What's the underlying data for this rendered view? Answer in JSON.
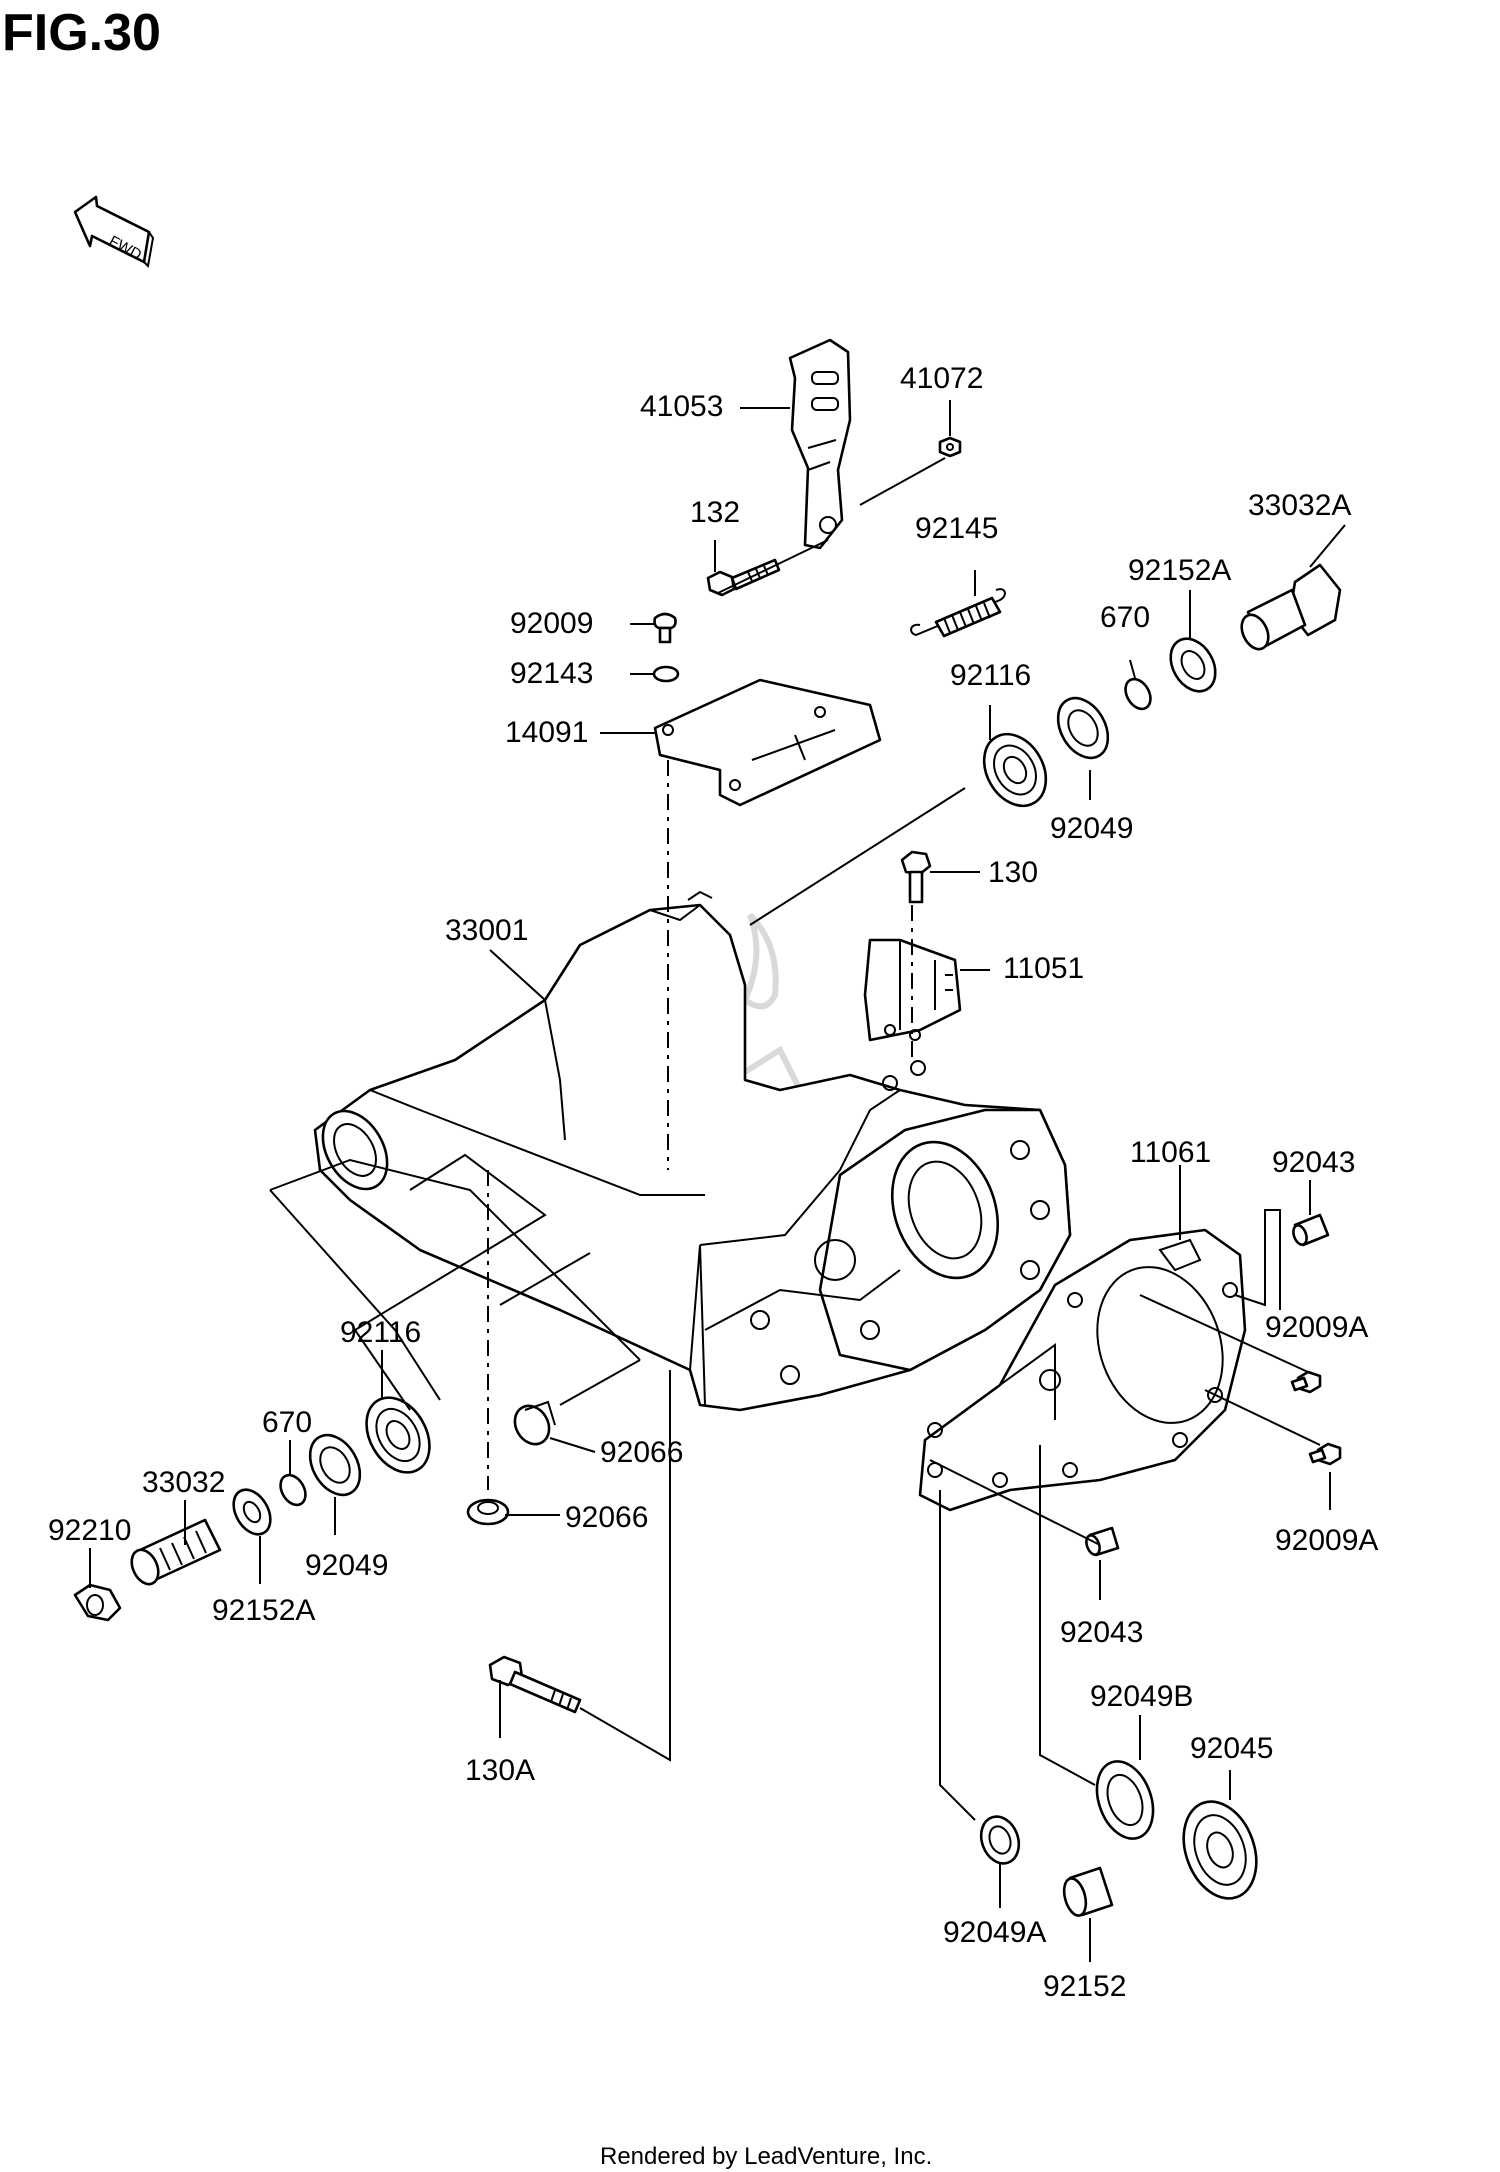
{
  "figure": {
    "title": "FIG.30",
    "direction_tag": "FWD"
  },
  "parts": {
    "p41053": "41053",
    "p41072": "41072",
    "p132": "132",
    "p92145": "92145",
    "p33032A": "33032A",
    "p92152A_top": "92152A",
    "p670_top": "670",
    "p92116_top": "92116",
    "p92009": "92009",
    "p92143": "92143",
    "p14091": "14091",
    "p92049_top": "92049",
    "p130": "130",
    "p11051": "11051",
    "p33001": "33001",
    "p11061": "11061",
    "p92043_top": "92043",
    "p92009A_top": "92009A",
    "p92009A_bottom": "92009A",
    "p92116_left": "92116",
    "p670_left": "670",
    "p33032": "33032",
    "p92210": "92210",
    "p92049_left": "92049",
    "p92152A_left": "92152A",
    "p92066_a": "92066",
    "p92066_b": "92066",
    "p92043_bottom": "92043",
    "p130A": "130A",
    "p92049B": "92049B",
    "p92045": "92045",
    "p92049A": "92049A",
    "p92152": "92152"
  },
  "footer": {
    "credit": "Rendered by LeadVenture, Inc."
  }
}
